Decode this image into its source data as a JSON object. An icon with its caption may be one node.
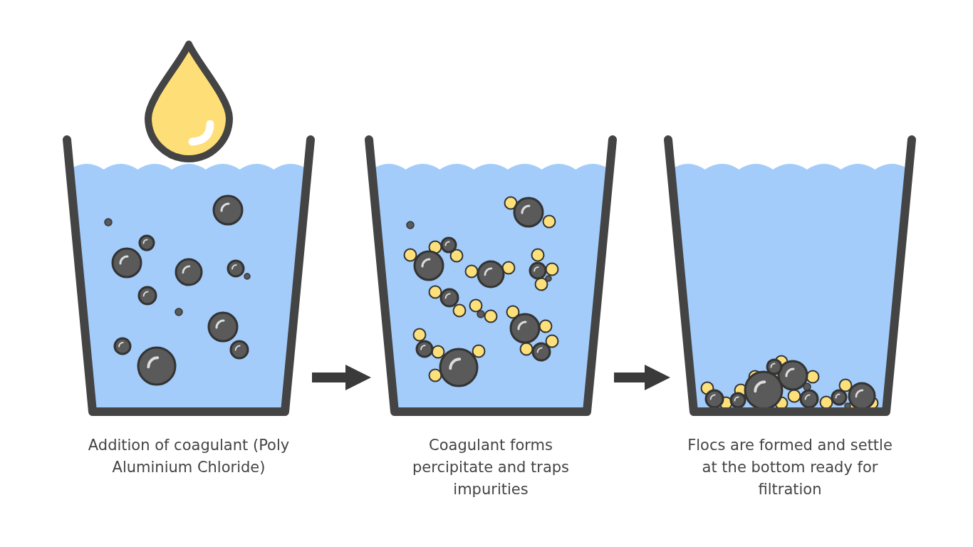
{
  "diagram": {
    "nodes": [
      {
        "text": [
          "Addition of coagulant (Poly Aluminium Chloride)"
        ]
      },
      {
        "text": [
          "Coagulant forms percipitate and traps impurities"
        ]
      },
      {
        "text": [
          "Flocs are formed and settle at the bottom ready for filtration"
        ]
      }
    ],
    "edges": [
      {
        "from": 0,
        "to": 1,
        "arrow": "to"
      },
      {
        "from": 1,
        "to": 2,
        "arrow": "to"
      }
    ]
  }
}
